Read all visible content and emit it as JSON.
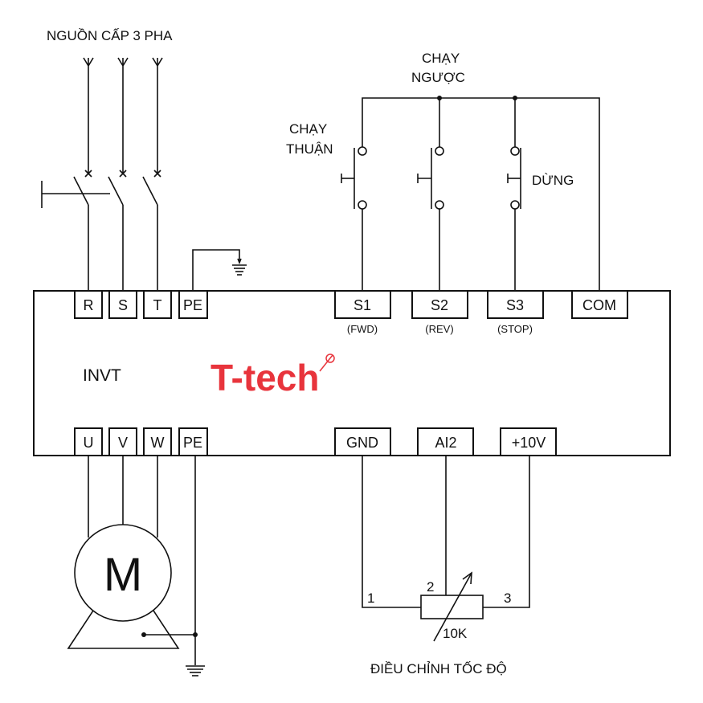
{
  "title": "NGUỒN CẤP 3 PHA",
  "device": {
    "name": "INVT",
    "logo": {
      "text": "T-tech",
      "color": "#e8343c"
    }
  },
  "buttons": {
    "forward_label": [
      "CHẠY",
      "THUẬN"
    ],
    "reverse_label": [
      "CHẠY",
      "NGƯỢC"
    ],
    "stop_label": "DỪNG"
  },
  "top_terminals": [
    {
      "label": "R"
    },
    {
      "label": "S"
    },
    {
      "label": "T"
    },
    {
      "label": "PE"
    }
  ],
  "control_terminals": [
    {
      "label": "S1",
      "sub": "(FWD)"
    },
    {
      "label": "S2",
      "sub": "(REV)"
    },
    {
      "label": "S3",
      "sub": "(STOP)"
    },
    {
      "label": "COM",
      "sub": ""
    }
  ],
  "bottom_terminals": [
    {
      "label": "U"
    },
    {
      "label": "V"
    },
    {
      "label": "W"
    },
    {
      "label": "PE"
    }
  ],
  "analog_terminals": [
    {
      "label": "GND"
    },
    {
      "label": "AI2"
    },
    {
      "label": "+10V"
    }
  ],
  "motor": {
    "label": "M"
  },
  "potentiometer": {
    "pins": [
      "1",
      "2",
      "3"
    ],
    "value": "10K",
    "caption": "ĐIỀU CHỈNH TỐC ĐỘ"
  },
  "colors": {
    "line": "#111111",
    "brand": "#e8343c"
  }
}
